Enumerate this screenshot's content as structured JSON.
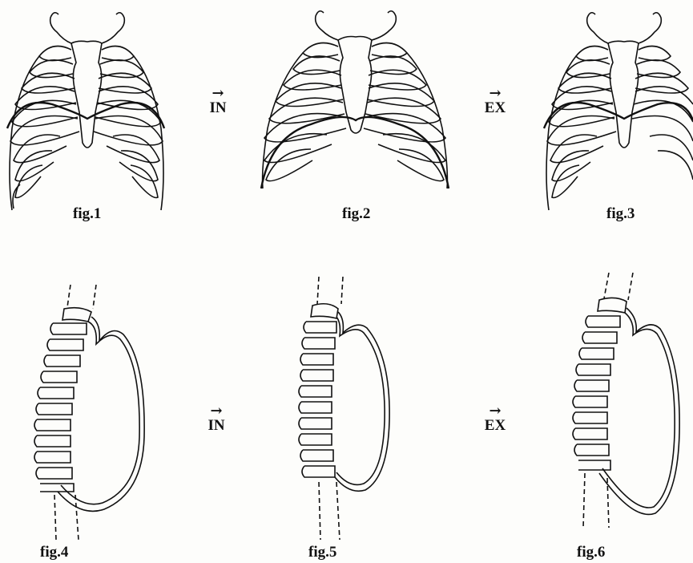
{
  "figures": [
    {
      "id": "fig1",
      "label": "fig.1",
      "view": "front-ribcage"
    },
    {
      "id": "fig2",
      "label": "fig.2",
      "view": "front-ribcage"
    },
    {
      "id": "fig3",
      "label": "fig.3",
      "view": "front-ribcage"
    },
    {
      "id": "fig4",
      "label": "fig.4",
      "view": "side-ribcage"
    },
    {
      "id": "fig5",
      "label": "fig.5",
      "view": "side-ribcage"
    },
    {
      "id": "fig6",
      "label": "fig.6",
      "view": "side-ribcage"
    }
  ],
  "transitions": {
    "top_in": {
      "arrow": "→",
      "label": "IN"
    },
    "top_ex": {
      "arrow": "→",
      "label": "EX"
    },
    "bot_in": {
      "arrow": "→",
      "label": "IN"
    },
    "bot_ex": {
      "arrow": "→",
      "label": "EX"
    }
  },
  "colors": {
    "line": "#111111",
    "background": "#fdfdfb"
  }
}
